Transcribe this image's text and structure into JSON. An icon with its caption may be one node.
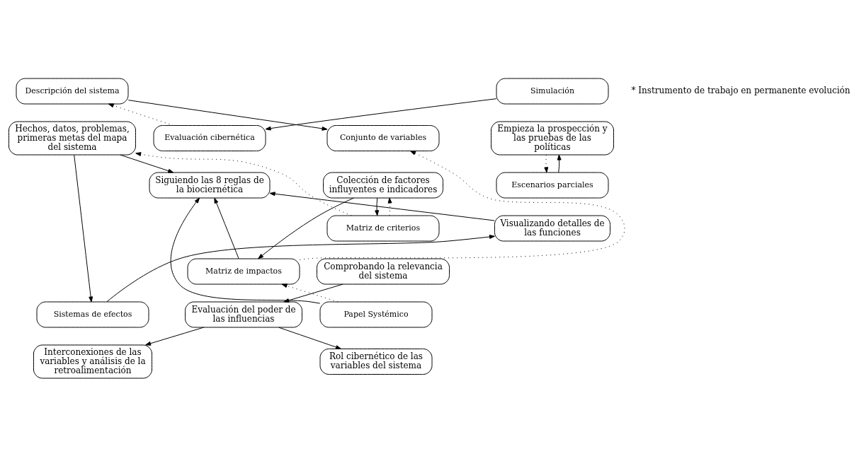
{
  "diagram": {
    "nodes": [
      {
        "text": [
          "Descripción del sistema"
        ]
      },
      {
        "text": [
          "Hechos, datos, problemas, primeras metas del mapa del sistema"
        ]
      },
      {
        "text": [
          "Evaluación cibernética"
        ]
      },
      {
        "text": [
          "Siguiendo las 8 reglas de la biociernética"
        ]
      },
      {
        "text": [
          "Simulación"
        ]
      },
      {
        "text": [
          "Empieza la prospección y las pruebas de las políticas"
        ]
      },
      {
        "text": [
          "Conjunto de variables"
        ]
      },
      {
        "text": [
          "Colección de factores influyentes e indicadores"
        ]
      },
      {
        "text": [
          "Escenarios parciales"
        ]
      },
      {
        "text": [
          "Visualizando detalles de las funciones"
        ]
      },
      {
        "text": [
          "Matriz de criterios"
        ]
      },
      {
        "text": [
          "Comprobando la relevancia del sistema"
        ]
      },
      {
        "text": [
          "Matriz de impactos"
        ]
      },
      {
        "text": [
          "Papel Systémico"
        ]
      },
      {
        "text": [
          "Sistemas de efectos"
        ]
      },
      {
        "text": [
          "Evaluación del poder de las influencias"
        ]
      },
      {
        "text": [
          "Rol cibernético de las variables del sistema"
        ]
      },
      {
        "text": [
          "Interconexiones de las variables y análisis de la retroalimentación"
        ]
      }
    ],
    "edges": [
      {
        "from": 0,
        "to": 6,
        "arrow": "to"
      },
      {
        "from": 2,
        "to": 0,
        "arrow": "to",
        "style": "dashed"
      },
      {
        "from": 1,
        "to": 3,
        "arrow": "to"
      },
      {
        "from": 1,
        "to": 14,
        "arrow": "to"
      },
      {
        "from": 4,
        "to": 2,
        "arrow": "to"
      },
      {
        "from": 5,
        "to": 8,
        "arrow": "to",
        "style": "dashed"
      },
      {
        "from": 8,
        "to": 5,
        "arrow": "to"
      },
      {
        "from": 9,
        "to": 3,
        "arrow": "to"
      },
      {
        "from": 14,
        "to": 9,
        "arrow": "to"
      },
      {
        "from": 7,
        "to": 10,
        "arrow": "to"
      },
      {
        "from": 7,
        "to": 12,
        "arrow": "to"
      },
      {
        "from": 10,
        "to": 7,
        "arrow": "to",
        "style": "dashed"
      },
      {
        "from": 10,
        "to": 1,
        "arrow": "to",
        "style": "dashed"
      },
      {
        "from": 12,
        "to": 6,
        "arrow": "to",
        "style": "dashed"
      },
      {
        "from": 12,
        "to": 3,
        "arrow": "to"
      },
      {
        "from": 13,
        "to": 12,
        "arrow": "to",
        "style": "dashed"
      },
      {
        "from": 13,
        "to": 3,
        "arrow": "to"
      },
      {
        "from": 11,
        "to": 15,
        "arrow": "to"
      },
      {
        "from": 15,
        "to": 16,
        "arrow": "to"
      },
      {
        "from": 15,
        "to": 17,
        "arrow": "to"
      }
    ],
    "labels": [
      "* Instrumento de trabajo en permanente evolución"
    ]
  }
}
